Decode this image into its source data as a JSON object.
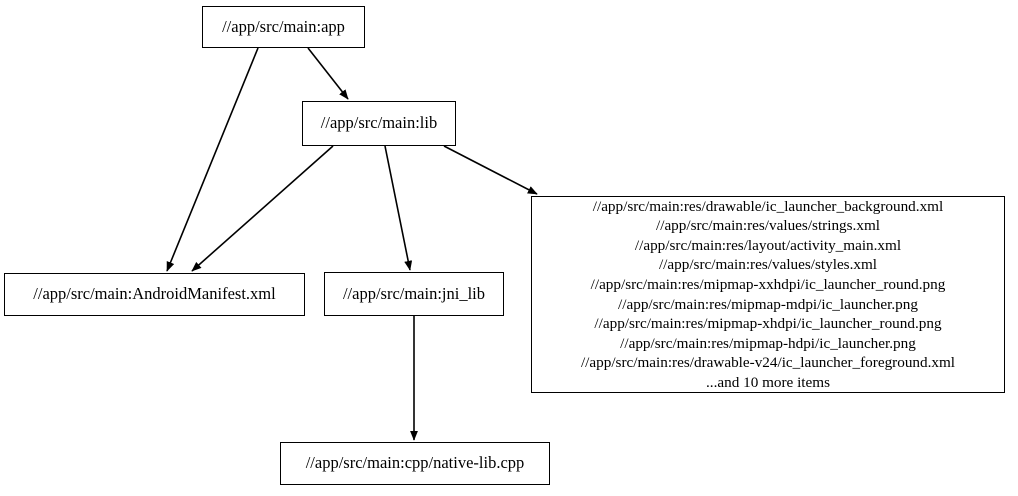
{
  "diagram": {
    "type": "directed-graph",
    "background_color": "#ffffff",
    "node_border_color": "#000000",
    "edge_color": "#000000",
    "text_color": "#000000",
    "nodes": [
      {
        "id": "app",
        "label": "//app/src/main:app"
      },
      {
        "id": "lib",
        "label": "//app/src/main:lib"
      },
      {
        "id": "manifest",
        "label": "//app/src/main:AndroidManifest.xml"
      },
      {
        "id": "jni_lib",
        "label": "//app/src/main:jni_lib"
      },
      {
        "id": "native_lib",
        "label": "//app/src/main:cpp/native-lib.cpp"
      },
      {
        "id": "res",
        "label": "//app/src/main:res/drawable/ic_launcher_background.xml\n//app/src/main:res/values/strings.xml\n//app/src/main:res/layout/activity_main.xml\n//app/src/main:res/values/styles.xml\n//app/src/main:res/mipmap-xxhdpi/ic_launcher_round.png\n//app/src/main:res/mipmap-mdpi/ic_launcher.png\n//app/src/main:res/mipmap-xhdpi/ic_launcher_round.png\n//app/src/main:res/mipmap-hdpi/ic_launcher.png\n//app/src/main:res/drawable-v24/ic_launcher_foreground.xml\n...and 10 more items",
        "lines": [
          "//app/src/main:res/drawable/ic_launcher_background.xml",
          "//app/src/main:res/values/strings.xml",
          "//app/src/main:res/layout/activity_main.xml",
          "//app/src/main:res/values/styles.xml",
          "//app/src/main:res/mipmap-xxhdpi/ic_launcher_round.png",
          "//app/src/main:res/mipmap-mdpi/ic_launcher.png",
          "//app/src/main:res/mipmap-xhdpi/ic_launcher_round.png",
          "//app/src/main:res/mipmap-hdpi/ic_launcher.png",
          "//app/src/main:res/drawable-v24/ic_launcher_foreground.xml",
          "...and 10 more items"
        ]
      }
    ],
    "edges": [
      {
        "from": "app",
        "to": "lib"
      },
      {
        "from": "app",
        "to": "manifest"
      },
      {
        "from": "lib",
        "to": "manifest"
      },
      {
        "from": "lib",
        "to": "jni_lib"
      },
      {
        "from": "lib",
        "to": "res"
      },
      {
        "from": "jni_lib",
        "to": "native_lib"
      }
    ]
  }
}
